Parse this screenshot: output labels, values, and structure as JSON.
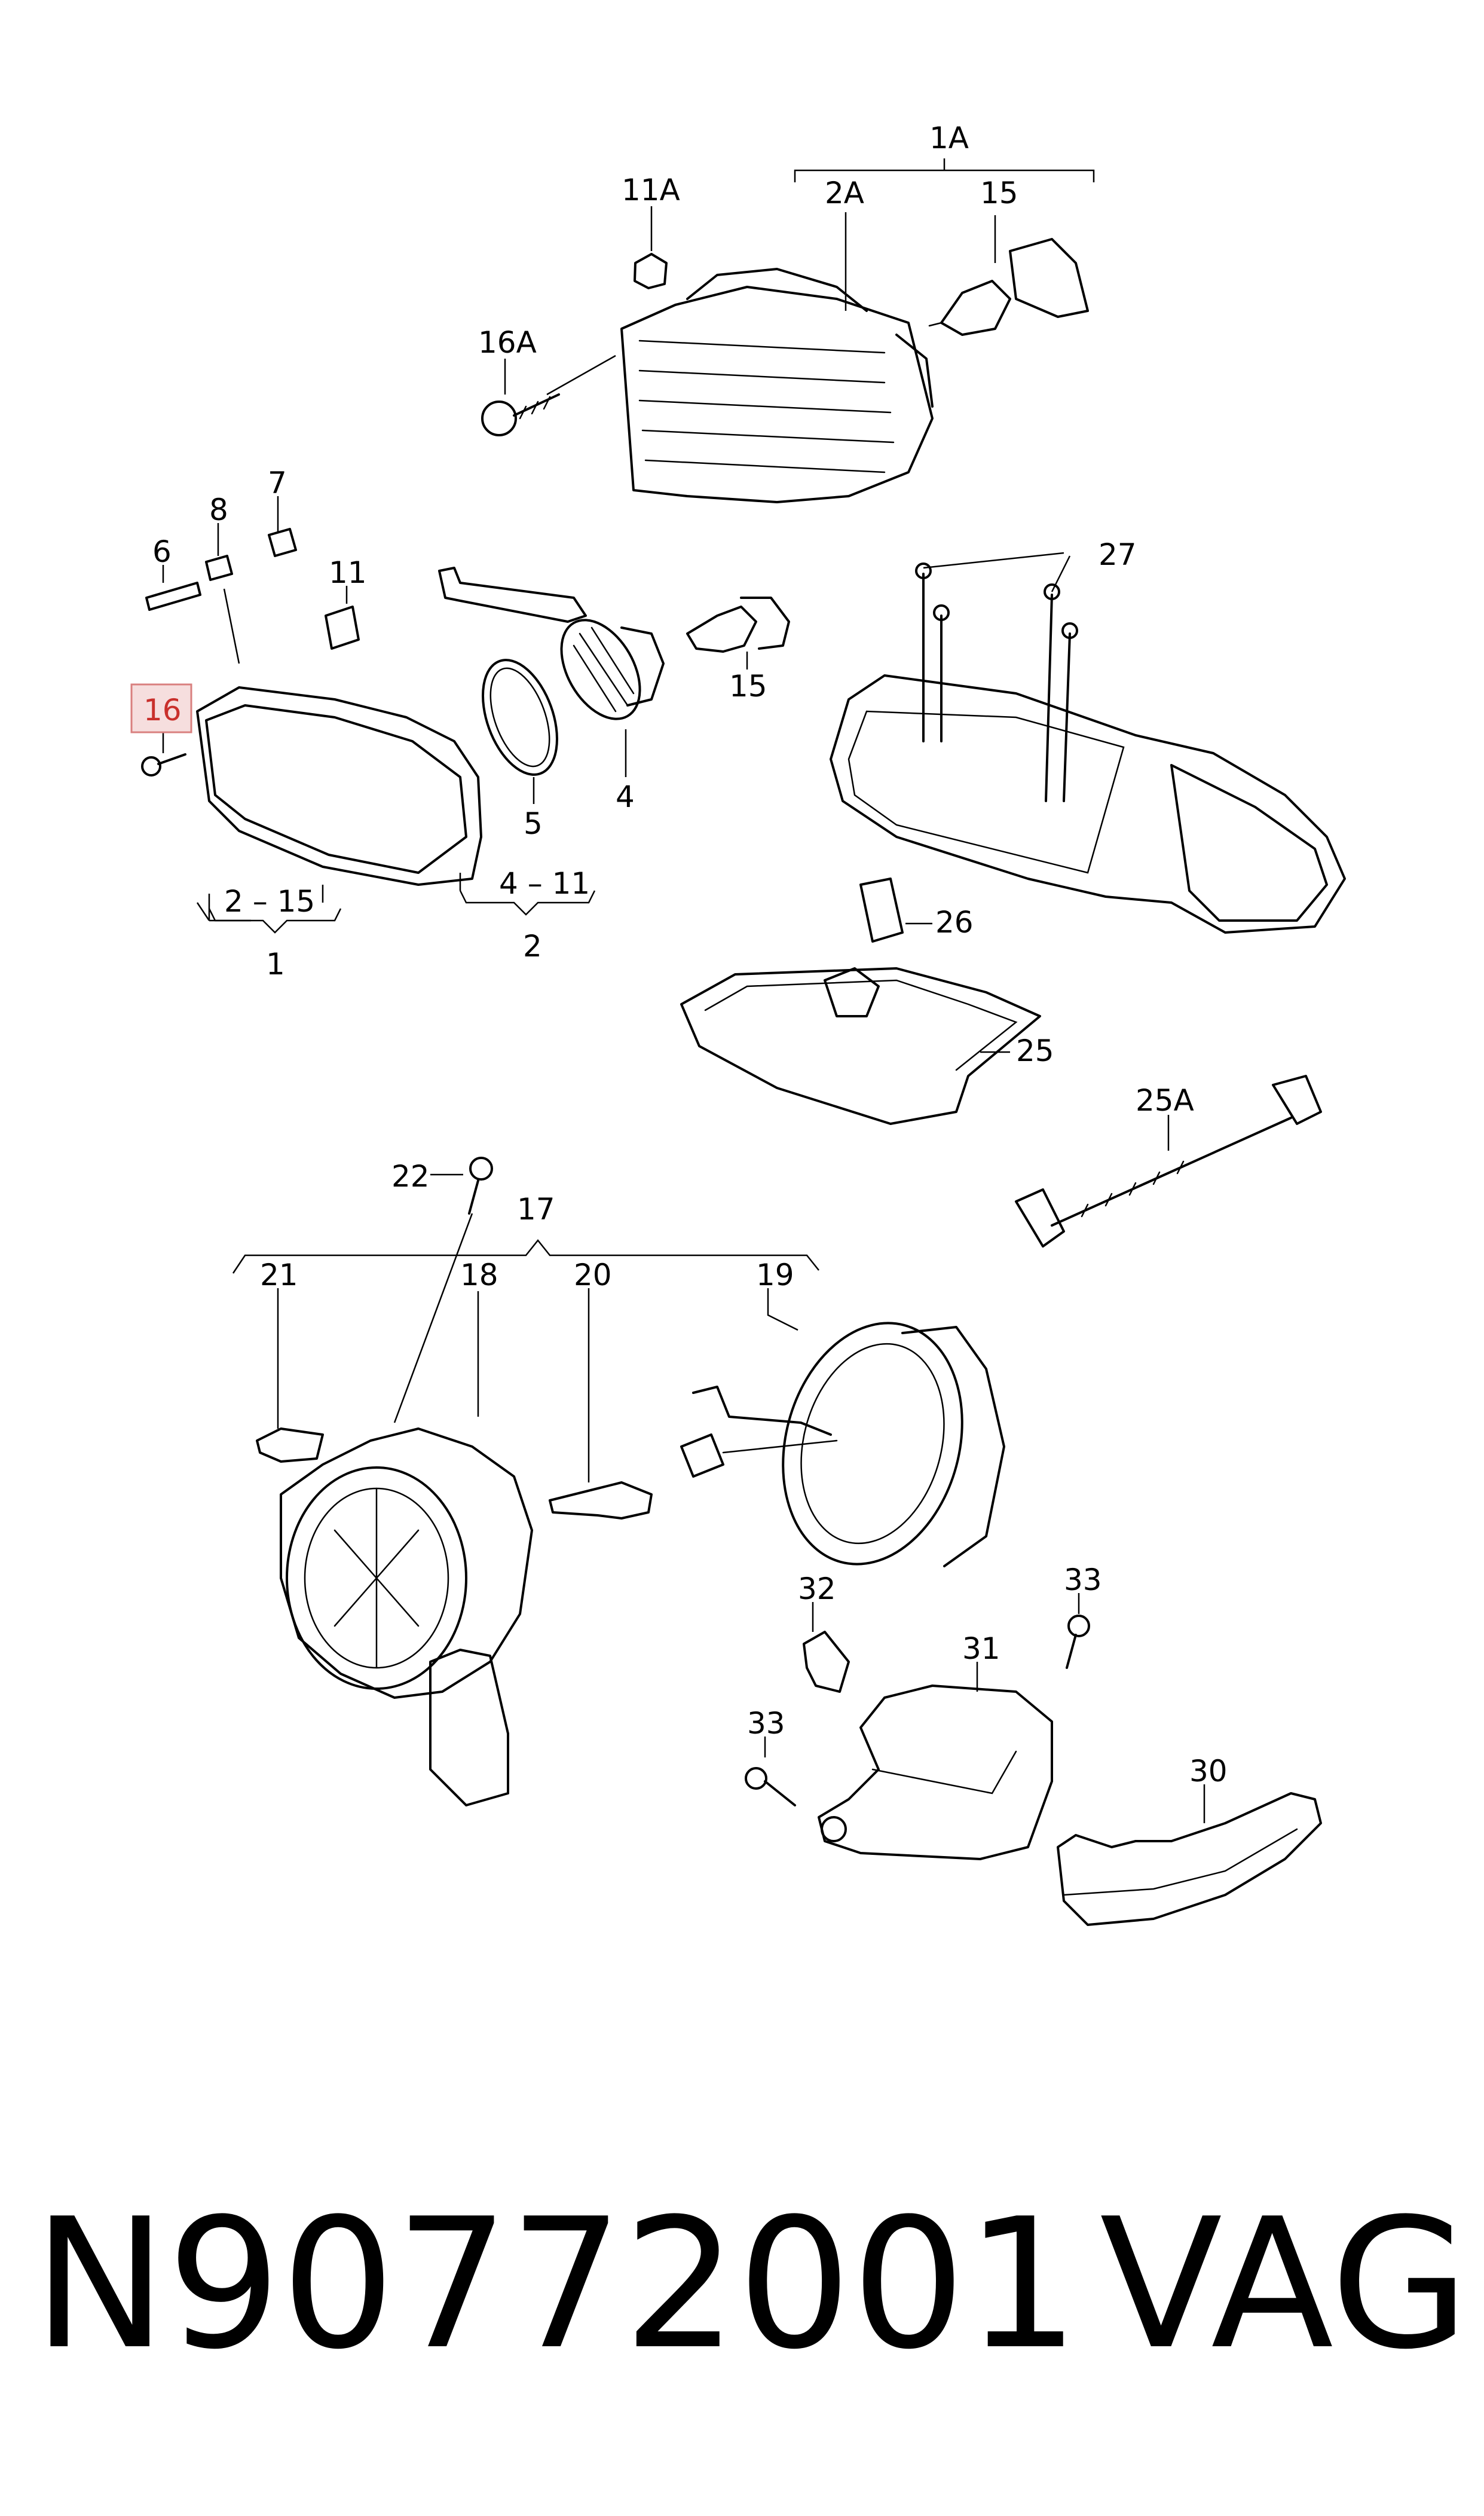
{
  "labels": {
    "l_1A": "1A",
    "l_2A": "2A",
    "l_15a": "15",
    "l_11A": "11A",
    "l_16A": "16A",
    "l_7": "7",
    "l_8": "8",
    "l_6": "6",
    "l_11": "11",
    "l_15b": "15",
    "l_16": "16",
    "l_5": "5",
    "l_4": "4",
    "l_2_15": "2 – 15",
    "l_1": "1",
    "l_4_11": "4 – 11",
    "l_2": "2",
    "l_27": "27",
    "l_26": "26",
    "l_25": "25",
    "l_25A": "25A",
    "l_22": "22",
    "l_17": "17",
    "l_21": "21",
    "l_18": "18",
    "l_20": "20",
    "l_19": "19",
    "l_32": "32",
    "l_33a": "33",
    "l_31": "31",
    "l_33b": "33",
    "l_30": "30"
  },
  "highlighted_label": "16",
  "footer": {
    "part_number": "N90772001",
    "brand": "VAG"
  }
}
